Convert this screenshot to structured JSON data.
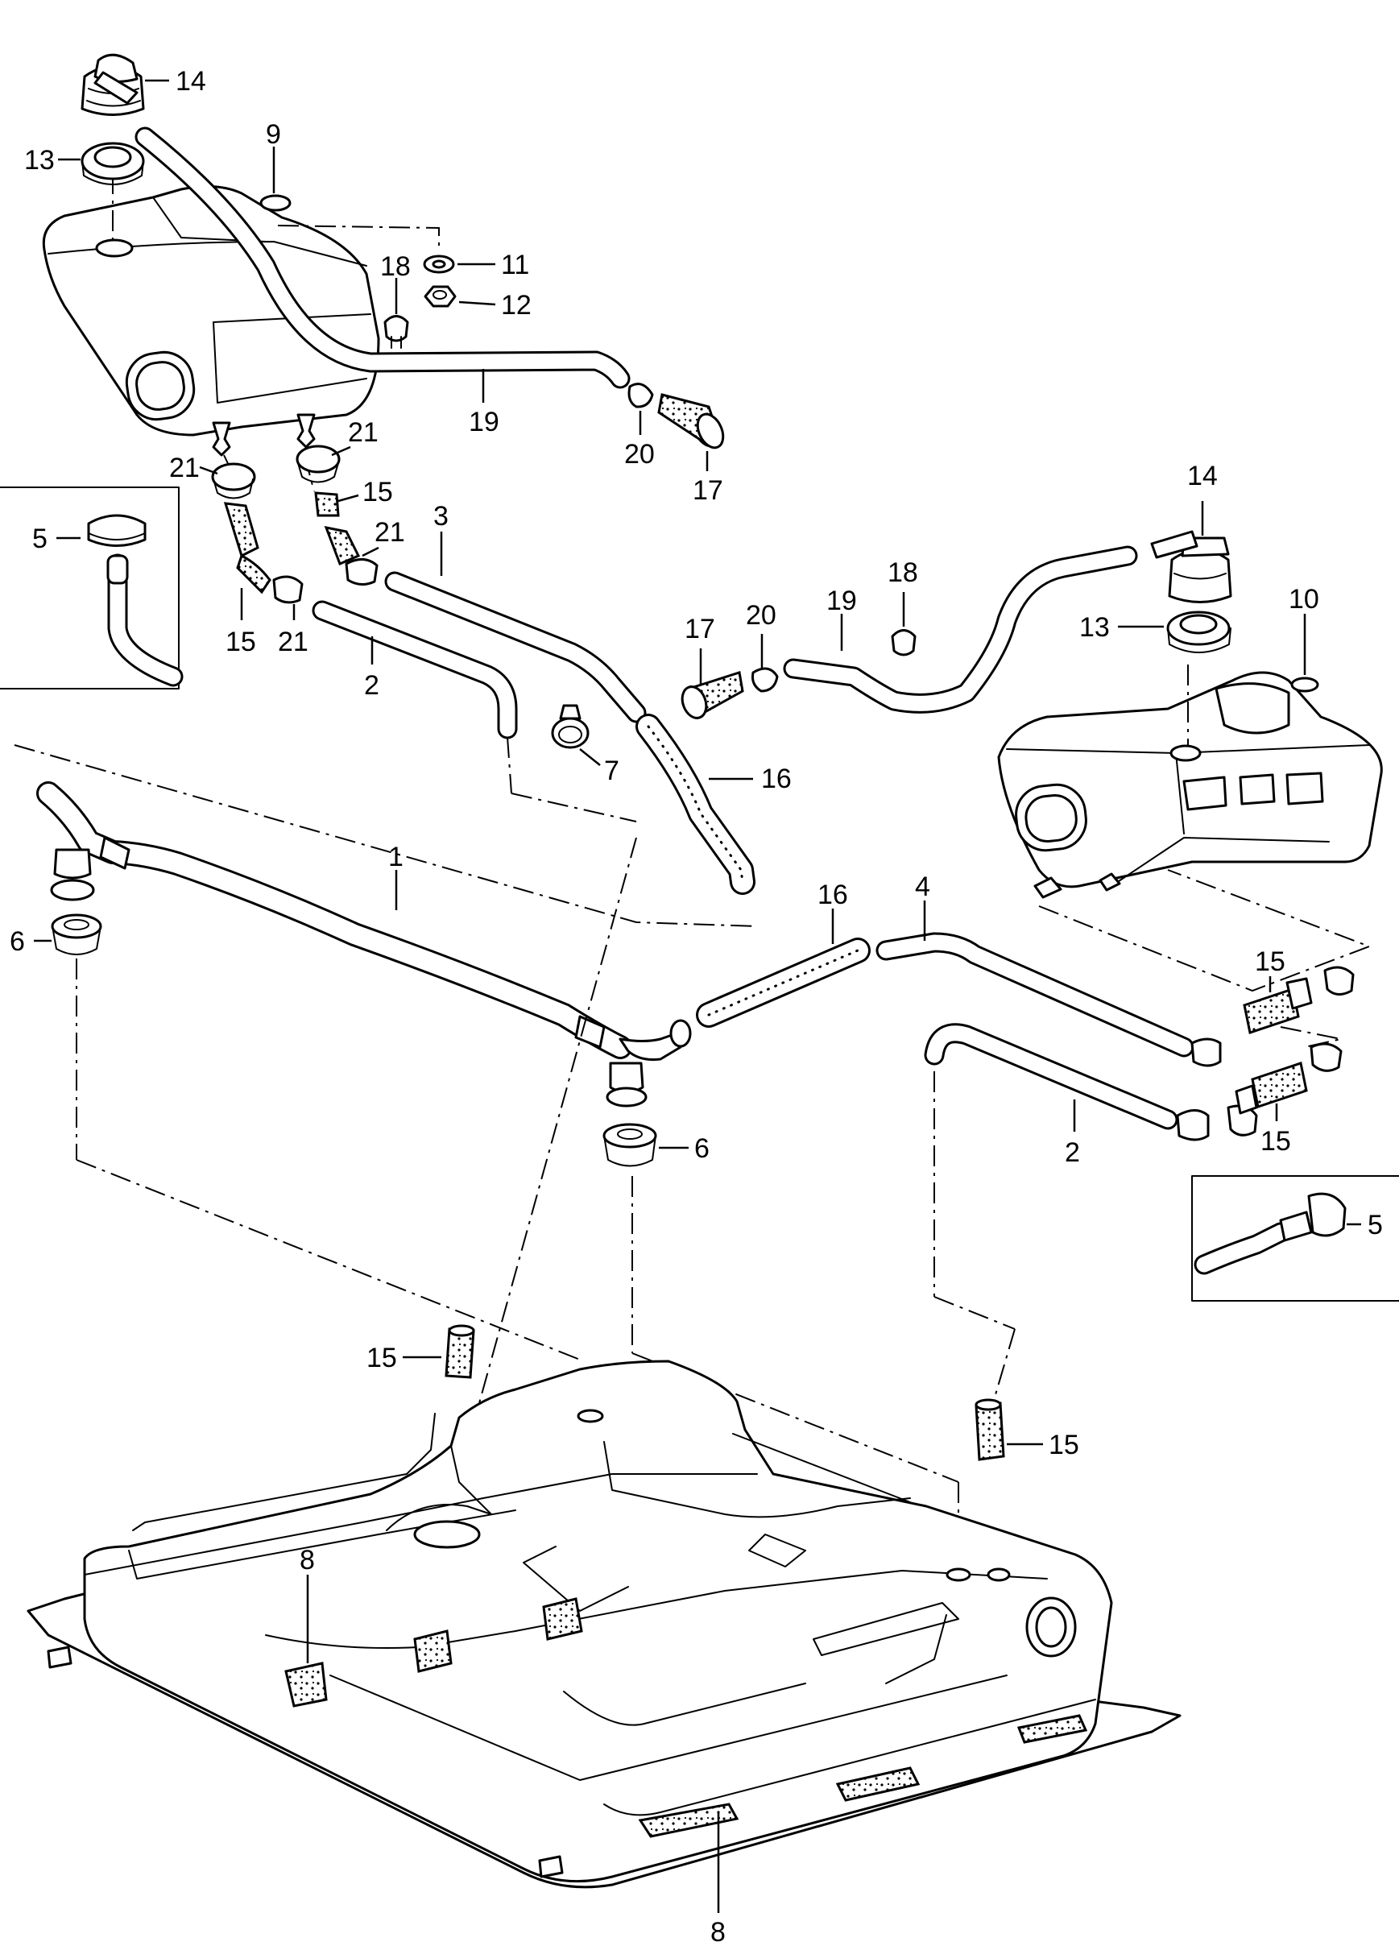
{
  "callouts": [
    {
      "id": "c14a",
      "label": "14"
    },
    {
      "id": "c13a",
      "label": "13"
    },
    {
      "id": "c9",
      "label": "9"
    },
    {
      "id": "c18a",
      "label": "18"
    },
    {
      "id": "c11",
      "label": "11"
    },
    {
      "id": "c12",
      "label": "12"
    },
    {
      "id": "c19a",
      "label": "19"
    },
    {
      "id": "c20a",
      "label": "20"
    },
    {
      "id": "c17a",
      "label": "17"
    },
    {
      "id": "c21a",
      "label": "21"
    },
    {
      "id": "c21b",
      "label": "21"
    },
    {
      "id": "c15a",
      "label": "15"
    },
    {
      "id": "c21c",
      "label": "21"
    },
    {
      "id": "c15b",
      "label": "15"
    },
    {
      "id": "c21d",
      "label": "21"
    },
    {
      "id": "c5a",
      "label": "5"
    },
    {
      "id": "c3",
      "label": "3"
    },
    {
      "id": "c2a",
      "label": "2"
    },
    {
      "id": "c7",
      "label": "7"
    },
    {
      "id": "c16a",
      "label": "16"
    },
    {
      "id": "c17b",
      "label": "17"
    },
    {
      "id": "c20b",
      "label": "20"
    },
    {
      "id": "c19b",
      "label": "19"
    },
    {
      "id": "c18b",
      "label": "18"
    },
    {
      "id": "c14b",
      "label": "14"
    },
    {
      "id": "c13b",
      "label": "13"
    },
    {
      "id": "c10",
      "label": "10"
    },
    {
      "id": "c1",
      "label": "1"
    },
    {
      "id": "c6a",
      "label": "6"
    },
    {
      "id": "c16b",
      "label": "16"
    },
    {
      "id": "c4",
      "label": "4"
    },
    {
      "id": "c15c",
      "label": "15"
    },
    {
      "id": "c2b",
      "label": "2"
    },
    {
      "id": "c15d",
      "label": "15"
    },
    {
      "id": "c6b",
      "label": "6"
    },
    {
      "id": "c5b",
      "label": "5"
    },
    {
      "id": "c15e",
      "label": "15"
    },
    {
      "id": "c15f",
      "label": "15"
    },
    {
      "id": "c8a",
      "label": "8"
    },
    {
      "id": "c8b",
      "label": "8"
    }
  ]
}
